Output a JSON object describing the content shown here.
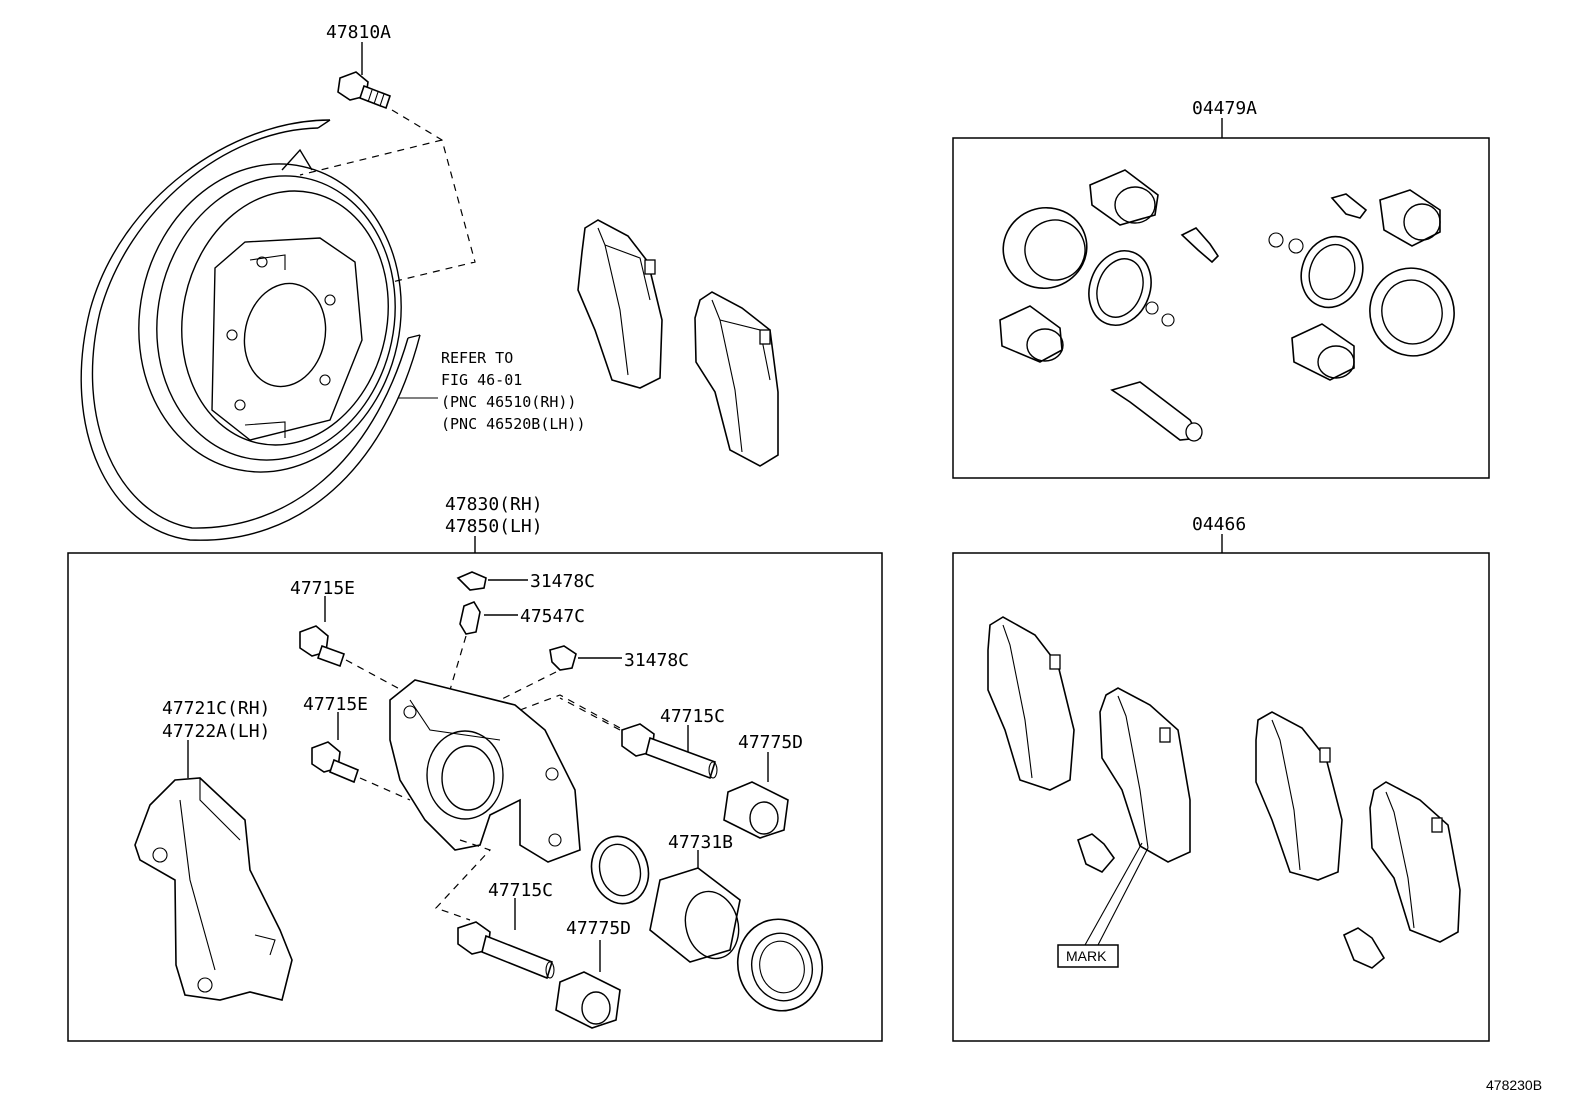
{
  "labels": {
    "shield_bolt": "47810A",
    "refer_1": "REFER TO",
    "refer_2": "FIG 46-01",
    "refer_3": "(PNC 46510(RH))",
    "refer_4": "(PNC 46520B(LH))",
    "caliper_rh": "47830(RH)",
    "caliper_lh": "47850(LH)",
    "bleeder_cap_top": "31478C",
    "bleeder_plug": "47547C",
    "bleeder_cap_2": "31478C",
    "guide_bolt_a": "47715E",
    "guide_bolt_b": "47715E",
    "mounting_rh": "47721C(RH)",
    "mounting_lh": "47722A(LH)",
    "slide_pin_top": "47715C",
    "boot_top": "47775D",
    "piston": "47731B",
    "slide_pin_bottom": "47715C",
    "boot_bottom": "47775D",
    "cylinder_kit": "04479A",
    "pad_kit": "04466",
    "mark": "MARK",
    "figure_code": "478230B"
  }
}
